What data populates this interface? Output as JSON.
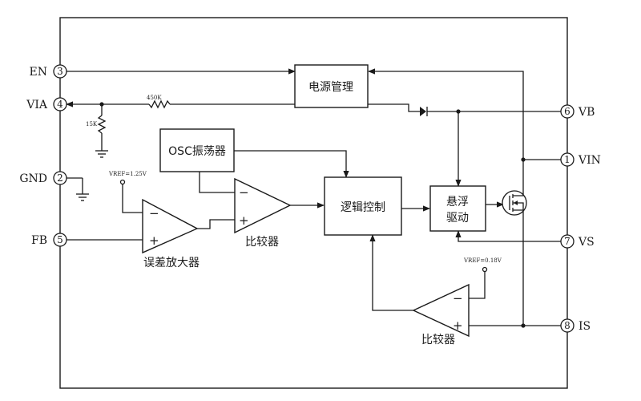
{
  "pins": [
    {
      "name": "EN",
      "number": "3"
    },
    {
      "name": "VIA",
      "number": "4"
    },
    {
      "name": "GND",
      "number": "2"
    },
    {
      "name": "FB",
      "number": "5"
    },
    {
      "name": "VB",
      "number": "6"
    },
    {
      "name": "VIN",
      "number": "1"
    },
    {
      "name": "VS",
      "number": "7"
    },
    {
      "name": "IS",
      "number": "8"
    }
  ],
  "blocks": {
    "power_mgmt": "电源管理",
    "osc": "OSC振荡器",
    "logic": "逻辑控制",
    "driver_line1": "悬浮",
    "driver_line2": "驱动",
    "error_amp": "误差放大器",
    "comparator_top": "比较器",
    "comparator_bottom": "比较器"
  },
  "components": {
    "r_top": "450K",
    "r_bottom": "15K",
    "vref_error_amp": "VREF=1.25V",
    "vref_comparator": "VREF=0.18V"
  },
  "signs": {
    "minus": "−",
    "plus": "+"
  }
}
